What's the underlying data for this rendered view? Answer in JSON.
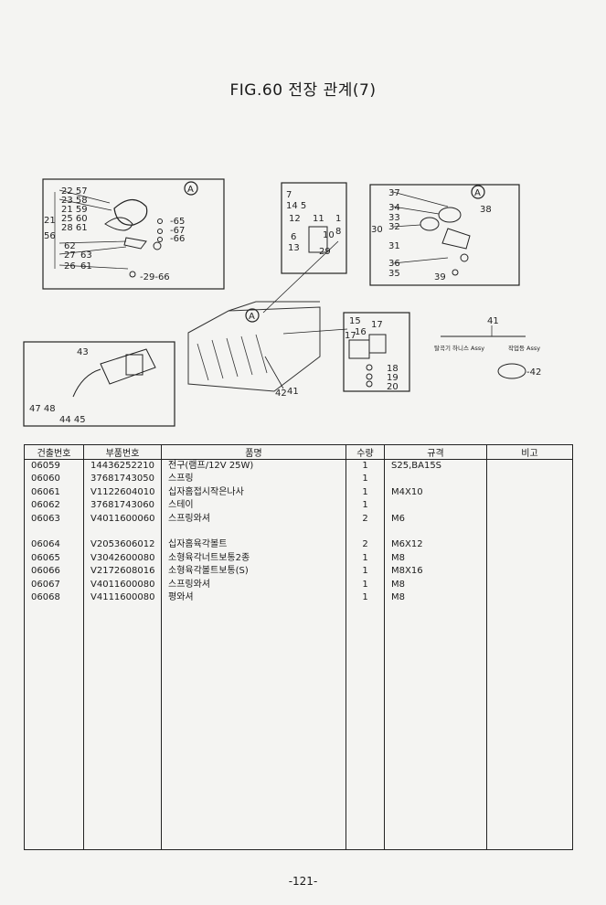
{
  "title": "FIG.60 전장 관계(7)",
  "diagram": {
    "box_a_labels": [
      "22 57",
      "23 58",
      "21 59",
      "25 60",
      "28 61",
      "21",
      "56",
      "62",
      "27",
      "63",
      "26",
      "61",
      "65",
      "67",
      "66",
      "29",
      "66"
    ],
    "box_b_labels": [
      "7",
      "14",
      "5",
      "12",
      "11",
      "1",
      "6",
      "10",
      "8",
      "13",
      "29"
    ],
    "box_c_labels": [
      "37",
      "34",
      "33",
      "32",
      "30",
      "31",
      "36",
      "35",
      "39",
      "38"
    ],
    "box_d_labels": [
      "43",
      "47",
      "48",
      "44",
      "45"
    ],
    "box_e_labels": [
      "15",
      "17",
      "16",
      "17",
      "18",
      "19",
      "20"
    ],
    "harness_label_1": "탈곡기 하니스 Assy",
    "harness_label_2": "작업등 Assy",
    "ref_a": "A",
    "callouts": [
      "41",
      "42",
      "42",
      "41"
    ]
  },
  "table": {
    "headers": [
      "건출번호",
      "부품번호",
      "품명",
      "수량",
      "규격",
      "비고"
    ],
    "rows": [
      {
        "ref": "06059",
        "part_no": "14436252210",
        "name": "전구(램프/12V 25W)",
        "qty": "1",
        "spec": "S25,BA15S",
        "note": ""
      },
      {
        "ref": "06060",
        "part_no": "37681743050",
        "name": "스프링",
        "qty": "1",
        "spec": "",
        "note": ""
      },
      {
        "ref": "06061",
        "part_no": "V1122604010",
        "name": "십자홈접시작은나사",
        "qty": "1",
        "spec": "M4X10",
        "note": ""
      },
      {
        "ref": "06062",
        "part_no": "37681743060",
        "name": "스테이",
        "qty": "1",
        "spec": "",
        "note": ""
      },
      {
        "ref": "06063",
        "part_no": "V4011600060",
        "name": "스프링와셔",
        "qty": "2",
        "spec": "M6",
        "note": ""
      },
      {
        "ref": "",
        "part_no": "",
        "name": "",
        "qty": "",
        "spec": "",
        "note": ""
      },
      {
        "ref": "06064",
        "part_no": "V2053606012",
        "name": "십자홈육각볼트",
        "qty": "2",
        "spec": "M6X12",
        "note": ""
      },
      {
        "ref": "06065",
        "part_no": "V3042600080",
        "name": "소형육각너트보통2종",
        "qty": "1",
        "spec": "M8",
        "note": ""
      },
      {
        "ref": "06066",
        "part_no": "V2172608016",
        "name": "소형육각볼트보통(S)",
        "qty": "1",
        "spec": "M8X16",
        "note": ""
      },
      {
        "ref": "06067",
        "part_no": "V4011600080",
        "name": "스프링와셔",
        "qty": "1",
        "spec": "M8",
        "note": ""
      },
      {
        "ref": "06068",
        "part_no": "V4111600080",
        "name": "평와셔",
        "qty": "1",
        "spec": "M8",
        "note": ""
      }
    ]
  },
  "page_number": "-121-"
}
